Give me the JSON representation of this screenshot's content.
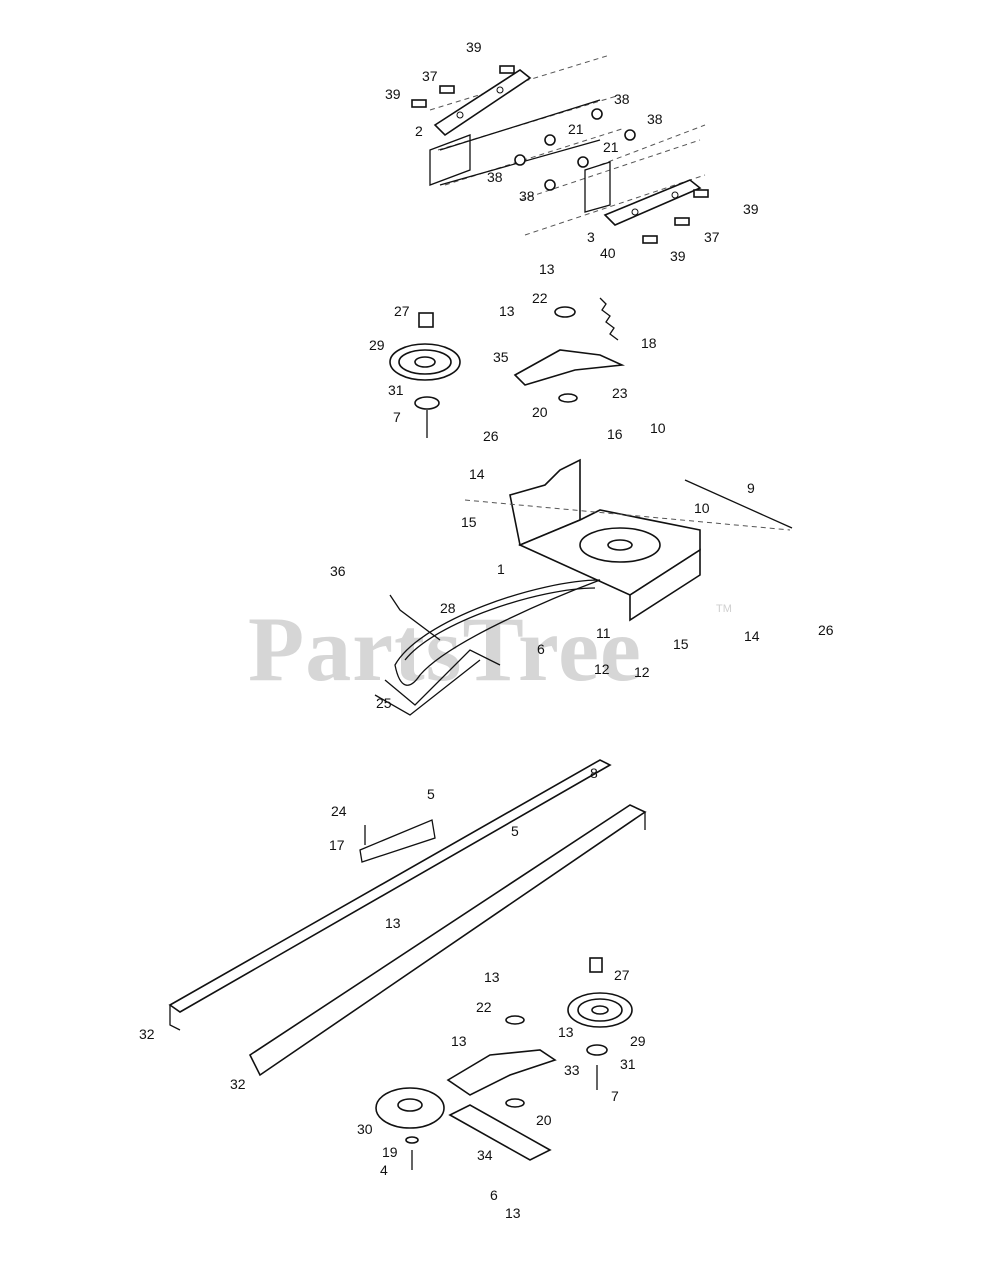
{
  "watermark": {
    "text": "PartsTree",
    "trademark": "TM"
  },
  "callouts": [
    {
      "id": "39a",
      "text": "39"
    },
    {
      "id": "37a",
      "text": "37"
    },
    {
      "id": "39b",
      "text": "39"
    },
    {
      "id": "2",
      "text": "2"
    },
    {
      "id": "38a",
      "text": "38"
    },
    {
      "id": "21a",
      "text": "21"
    },
    {
      "id": "38b",
      "text": "38"
    },
    {
      "id": "21b",
      "text": "21"
    },
    {
      "id": "38c",
      "text": "38"
    },
    {
      "id": "38d",
      "text": "38"
    },
    {
      "id": "39c",
      "text": "39"
    },
    {
      "id": "37b",
      "text": "37"
    },
    {
      "id": "3",
      "text": "3"
    },
    {
      "id": "39d",
      "text": "39"
    },
    {
      "id": "13a",
      "text": "13"
    },
    {
      "id": "40",
      "text": "40"
    },
    {
      "id": "27a",
      "text": "27"
    },
    {
      "id": "13b",
      "text": "13"
    },
    {
      "id": "22a",
      "text": "22"
    },
    {
      "id": "18",
      "text": "18"
    },
    {
      "id": "29a",
      "text": "29"
    },
    {
      "id": "35",
      "text": "35"
    },
    {
      "id": "31a",
      "text": "31"
    },
    {
      "id": "20a",
      "text": "20"
    },
    {
      "id": "23",
      "text": "23"
    },
    {
      "id": "7a",
      "text": "7"
    },
    {
      "id": "26a",
      "text": "26"
    },
    {
      "id": "16",
      "text": "16"
    },
    {
      "id": "10a",
      "text": "10"
    },
    {
      "id": "14a",
      "text": "14"
    },
    {
      "id": "9",
      "text": "9"
    },
    {
      "id": "15a",
      "text": "15"
    },
    {
      "id": "10b",
      "text": "10"
    },
    {
      "id": "1",
      "text": "1"
    },
    {
      "id": "36",
      "text": "36"
    },
    {
      "id": "28",
      "text": "28"
    },
    {
      "id": "11",
      "text": "11"
    },
    {
      "id": "26b",
      "text": "26"
    },
    {
      "id": "15b",
      "text": "15"
    },
    {
      "id": "14b",
      "text": "14"
    },
    {
      "id": "6a",
      "text": "6"
    },
    {
      "id": "12a",
      "text": "12"
    },
    {
      "id": "12b",
      "text": "12"
    },
    {
      "id": "25",
      "text": "25"
    },
    {
      "id": "8",
      "text": "8"
    },
    {
      "id": "5a",
      "text": "5"
    },
    {
      "id": "24",
      "text": "24"
    },
    {
      "id": "5b",
      "text": "5"
    },
    {
      "id": "17",
      "text": "17"
    },
    {
      "id": "13c",
      "text": "13"
    },
    {
      "id": "27b",
      "text": "27"
    },
    {
      "id": "13d",
      "text": "13"
    },
    {
      "id": "22b",
      "text": "22"
    },
    {
      "id": "13e",
      "text": "13"
    },
    {
      "id": "29b",
      "text": "29"
    },
    {
      "id": "32a",
      "text": "32"
    },
    {
      "id": "13f",
      "text": "13"
    },
    {
      "id": "33",
      "text": "33"
    },
    {
      "id": "31b",
      "text": "31"
    },
    {
      "id": "32b",
      "text": "32"
    },
    {
      "id": "20b",
      "text": "20"
    },
    {
      "id": "7b",
      "text": "7"
    },
    {
      "id": "30",
      "text": "30"
    },
    {
      "id": "19",
      "text": "19"
    },
    {
      "id": "34",
      "text": "34"
    },
    {
      "id": "4",
      "text": "4"
    },
    {
      "id": "6b",
      "text": "6"
    },
    {
      "id": "13g",
      "text": "13"
    }
  ]
}
